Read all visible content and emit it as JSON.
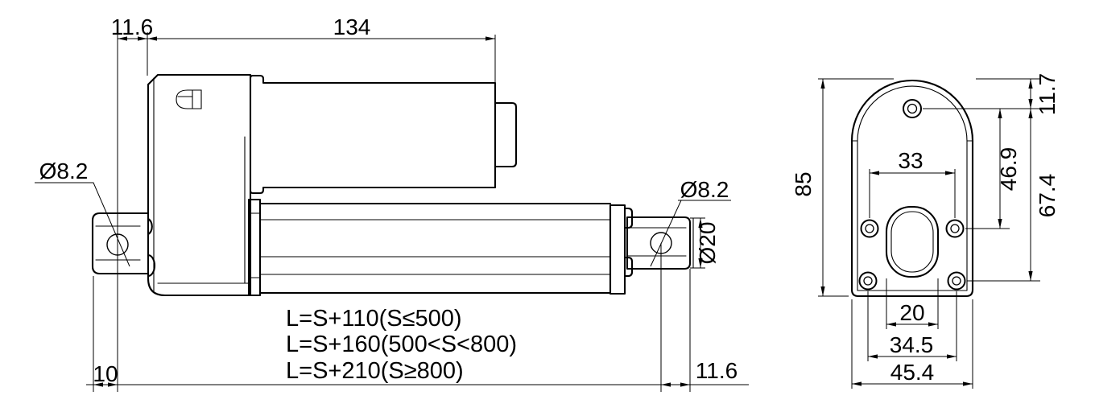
{
  "drawing": {
    "units": "mm",
    "line_color": "#000000",
    "background": "#ffffff",
    "side_view": {
      "pin_offset": "11.6",
      "housing_length": "134",
      "rear_hole_dia": "Ø8.2",
      "front_hole_dia": "Ø8.2",
      "rod_end_dia": "Ø20",
      "rear_edge_to_pin": "10",
      "front_pin_offset": "11.6",
      "formulas": [
        "L=S+110(S≤500)",
        "L=S+160(500<S<800)",
        "L=S+210(S≥800)"
      ]
    },
    "end_view": {
      "height": "85",
      "top_hole_offset": "11.7",
      "upper_hole_span": "46.9",
      "total_hole_span": "67.4",
      "mid_hole_spacing": "33",
      "slot_width": "20",
      "bottom_hole_spacing": "34.5",
      "width": "45.4"
    }
  }
}
